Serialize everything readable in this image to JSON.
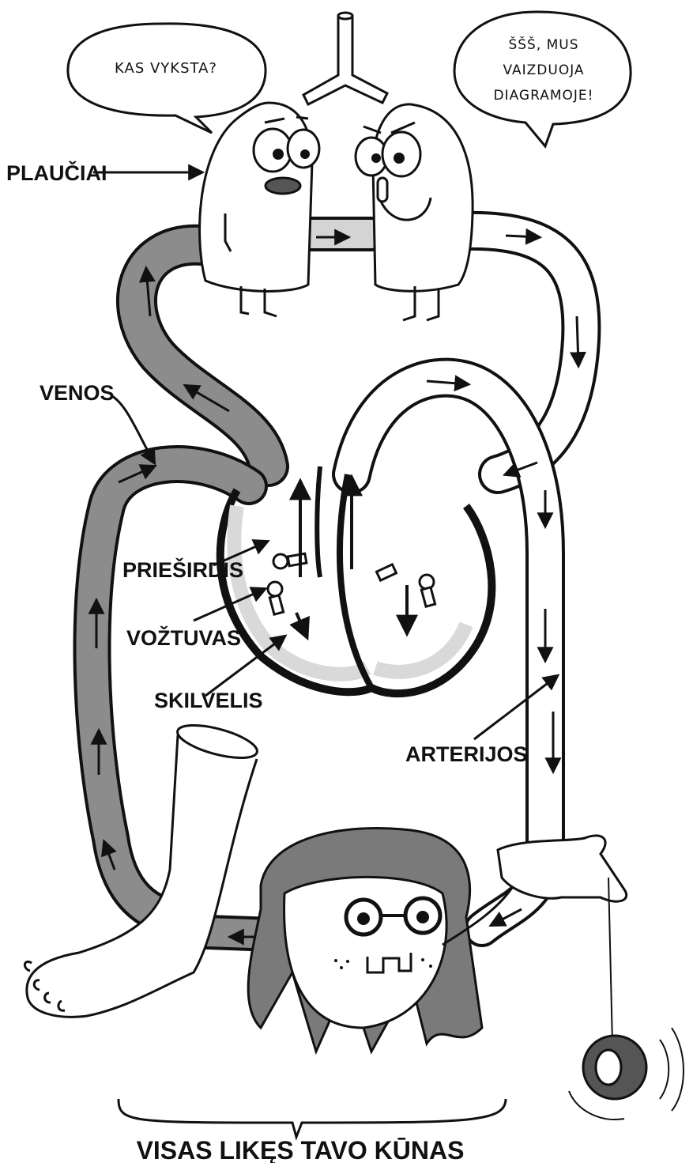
{
  "bubbles": {
    "left": {
      "text": "KAS VYKSTA?"
    },
    "right": {
      "lines": [
        "ŠŠŠ, MUS",
        "VAIZDUOJA",
        "DIAGRAMOJE!"
      ]
    }
  },
  "labels": {
    "lungs": "PLAUČIAI",
    "veins": "VENOS",
    "atrium": "PRIEŠIRDIS",
    "valve": "VOŽTUVAS",
    "ventricle": "SKILVELIS",
    "arteries": "ARTERIJOS",
    "body": "VISAS LIKĘS TAVO KŪNAS"
  },
  "colors": {
    "ink": "#111111",
    "vein_fill": "#8c8c8c",
    "artery_fill": "#ffffff",
    "body_shade": "#d9d9d9",
    "hair": "#7a7a7a"
  },
  "icons": [
    "arrow-icon",
    "speech-bubble-icon",
    "yoyo-icon",
    "foot-icon",
    "hand-icon"
  ]
}
